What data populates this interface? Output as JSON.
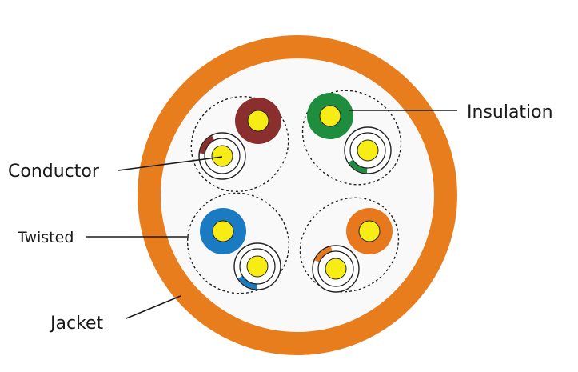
{
  "labels": {
    "insulation": "Insulation",
    "conductor": "Conductor",
    "twisted": "Twisted",
    "jacket": "Jacket"
  },
  "colors": {
    "jacket": "#E87D1E",
    "jacket_inner": "#F9F9F9",
    "conductor": "#F7EC13",
    "brown": "#8B2E2E",
    "green": "#1E8E3E",
    "blue": "#1A7BC2",
    "orange": "#E8781E",
    "leader": "#1a1a1a"
  },
  "pairs": [
    {
      "name": "brown-pair",
      "color_key": "brown"
    },
    {
      "name": "green-pair",
      "color_key": "green"
    },
    {
      "name": "blue-pair",
      "color_key": "blue"
    },
    {
      "name": "orange-pair",
      "color_key": "orange"
    }
  ]
}
